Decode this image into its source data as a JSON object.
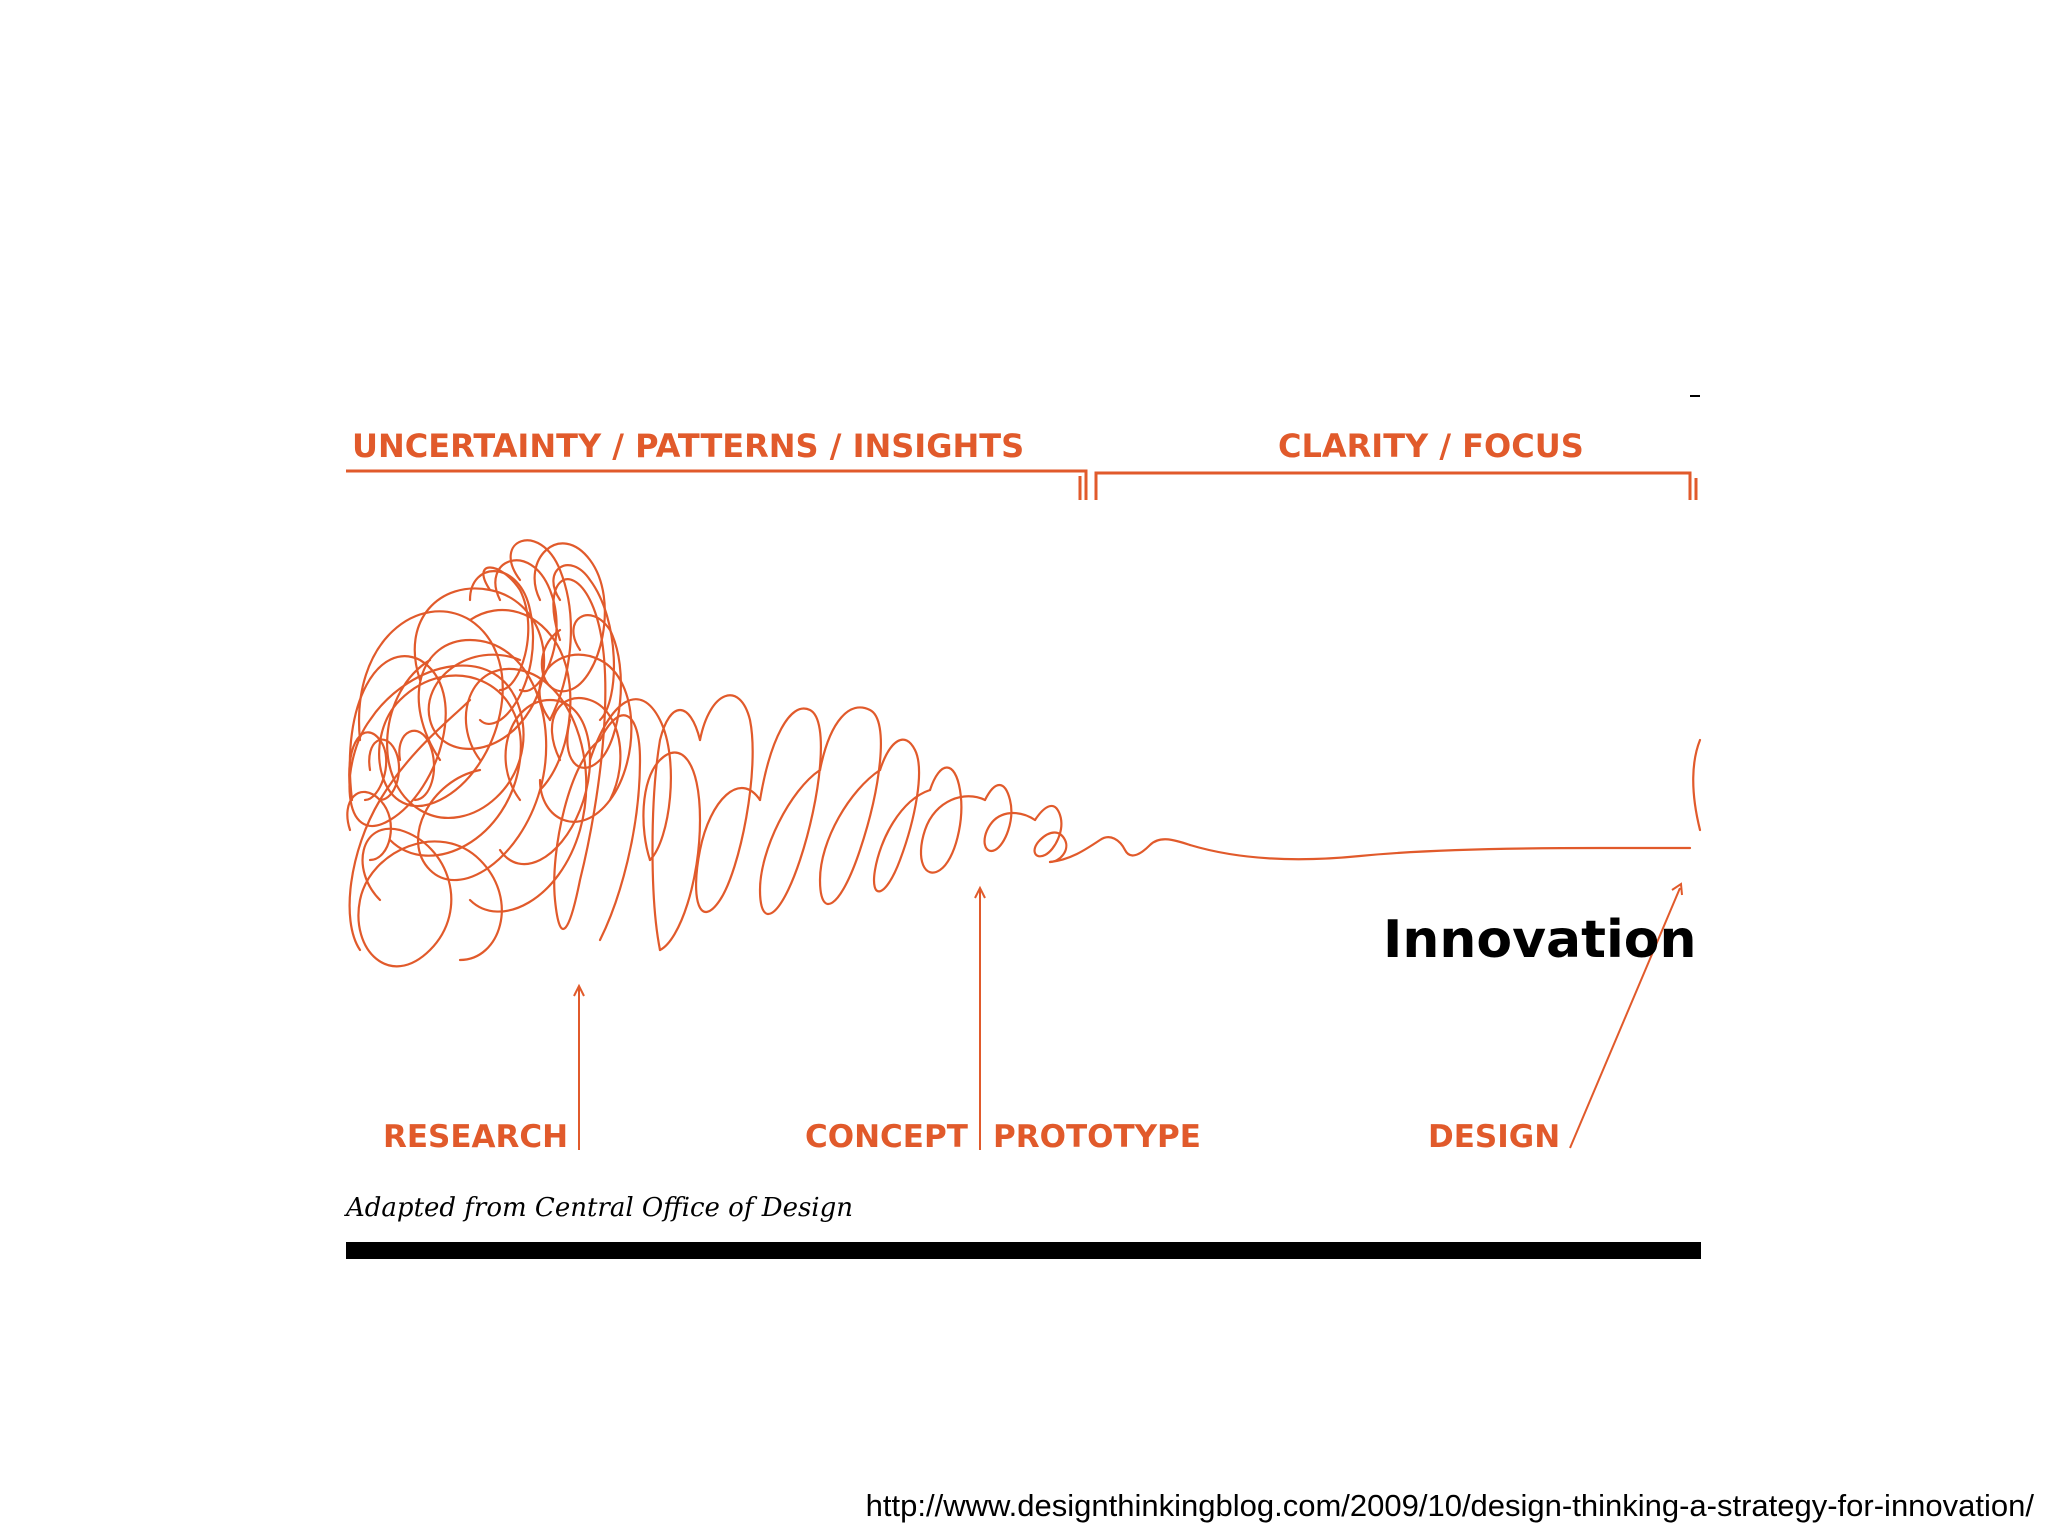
{
  "diagram": {
    "phases": {
      "left": "UNCERTAINTY / PATTERNS / INSIGHTS",
      "right": "CLARITY / FOCUS"
    },
    "stages": {
      "research": "RESEARCH",
      "concept": "CONCEPT",
      "prototype": "PROTOTYPE",
      "design": "DESIGN"
    },
    "outcome": "Innovation",
    "credit": "Adapted from Central Office of Design",
    "accent_color": "#e15a2b"
  },
  "footer": {
    "source_url": "http://www.designthinkingblog.com/2009/10/design-thinking-a-strategy-for-innovation/"
  }
}
